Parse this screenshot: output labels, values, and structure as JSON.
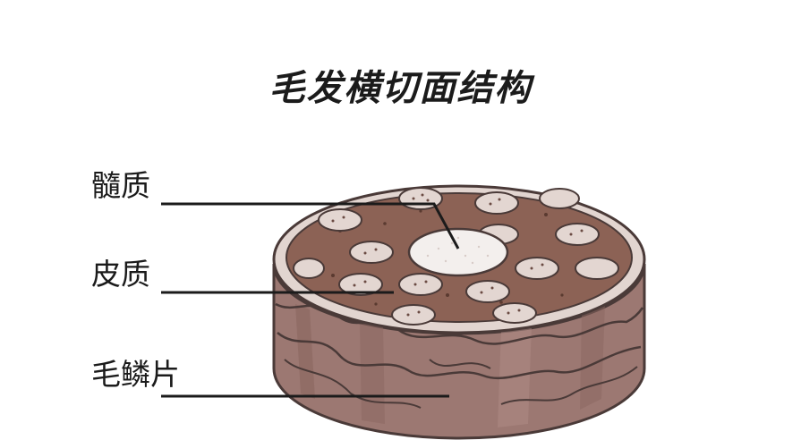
{
  "title": "毛发横切面结构",
  "labels": {
    "medulla": "髓质",
    "cortex": "皮质",
    "cuticle": "毛鳞片"
  },
  "colors": {
    "cuticle_side": "#9c7872",
    "cuticle_side_dark": "#85625c",
    "rim": "#e2d5d0",
    "cortex": "#8c6255",
    "medulla": "#f3efed",
    "granule": "#e3d6d1",
    "outline": "#4a3a38"
  }
}
